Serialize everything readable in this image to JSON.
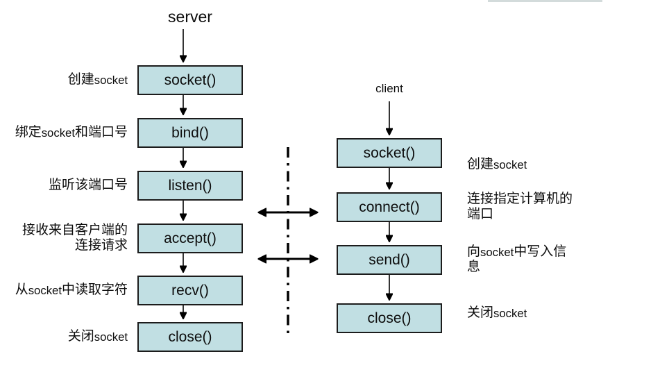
{
  "colors": {
    "box_fill": "#c1dfe3",
    "box_border": "#1c1c1c",
    "line": "#000000",
    "top_bar": "#d3dbdb",
    "text": "#0d0d0d"
  },
  "server": {
    "title": "server",
    "boxes": [
      "socket()",
      "bind()",
      "listen()",
      "accept()",
      "recv()",
      "close()"
    ],
    "notes": [
      {
        "segs": [
          {
            "text": "创建"
          },
          {
            "text": "socket",
            "latin": true
          }
        ]
      },
      {
        "segs": [
          {
            "text": "绑定"
          },
          {
            "text": "socket",
            "latin": true
          },
          {
            "text": "和端口号"
          }
        ]
      },
      {
        "segs": [
          {
            "text": "监听该端口号"
          }
        ]
      },
      {
        "lines": [
          "接收来自客户端的",
          "连接请求"
        ]
      },
      {
        "segs": [
          {
            "text": "从"
          },
          {
            "text": "socket",
            "latin": true
          },
          {
            "text": "中读取字符"
          }
        ]
      },
      {
        "segs": [
          {
            "text": "关闭"
          },
          {
            "text": "socket",
            "latin": true
          }
        ]
      }
    ]
  },
  "client": {
    "title": "client",
    "boxes": [
      "socket()",
      "connect()",
      "send()",
      "close()"
    ],
    "notes": [
      {
        "segs": [
          {
            "text": "创建"
          },
          {
            "text": "socket",
            "latin": true
          }
        ]
      },
      {
        "lines": [
          "连接指定计算机的",
          "端口"
        ]
      },
      {
        "seg_lines": [
          [
            {
              "text": "向"
            },
            {
              "text": "socket",
              "latin": true
            },
            {
              "text": "中写入信"
            }
          ],
          [
            {
              "text": "息"
            }
          ]
        ]
      },
      {
        "segs": [
          {
            "text": "关闭"
          },
          {
            "text": "socket",
            "latin": true
          }
        ]
      }
    ]
  }
}
